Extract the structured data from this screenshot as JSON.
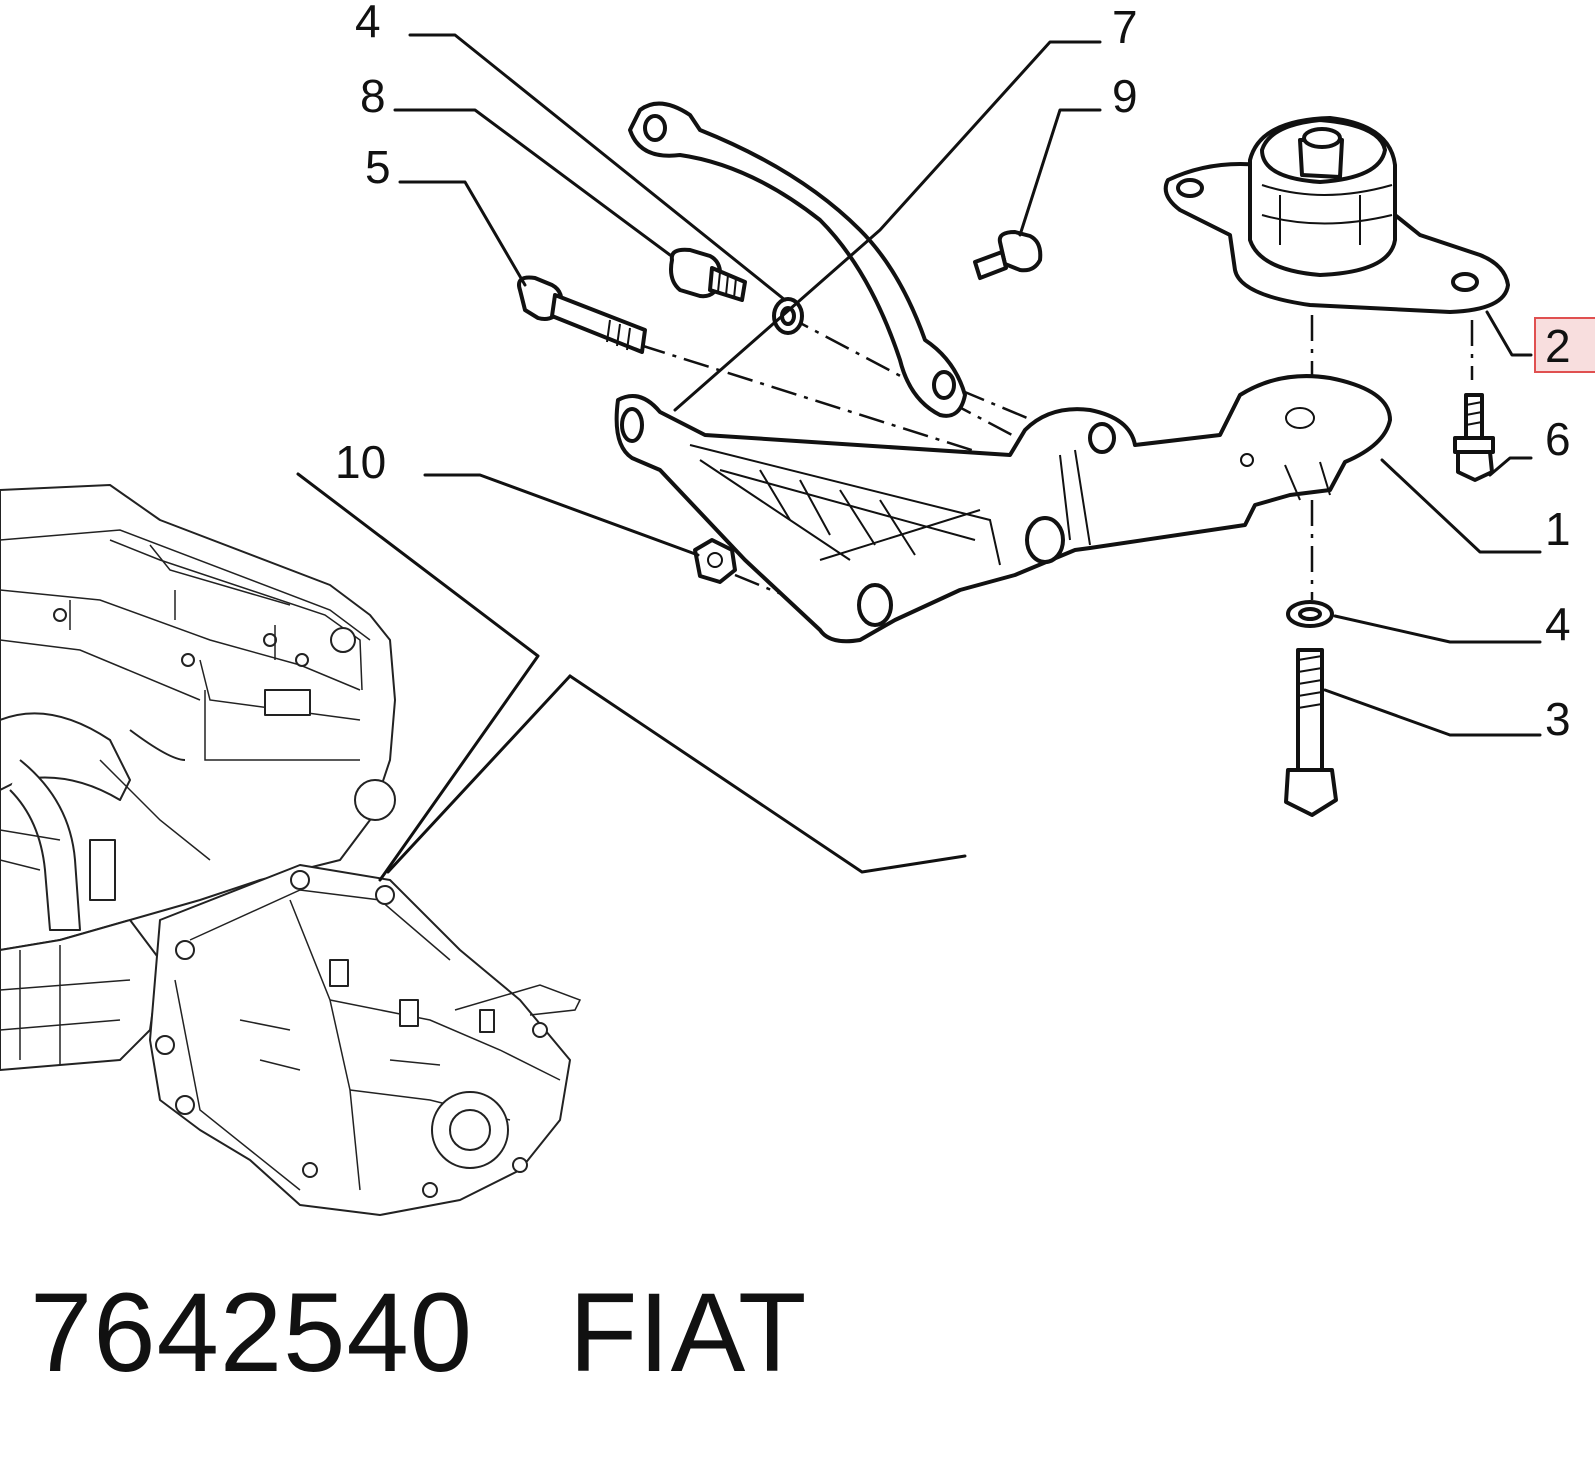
{
  "callouts": [
    {
      "id": "c4a",
      "label": "4"
    },
    {
      "id": "c7",
      "label": "7"
    },
    {
      "id": "c8",
      "label": "8"
    },
    {
      "id": "c9",
      "label": "9"
    },
    {
      "id": "c5",
      "label": "5"
    },
    {
      "id": "c2",
      "label": "2",
      "highlighted": true
    },
    {
      "id": "c6",
      "label": "6"
    },
    {
      "id": "c10",
      "label": "10"
    },
    {
      "id": "c1",
      "label": "1"
    },
    {
      "id": "c4b",
      "label": "4"
    },
    {
      "id": "c3",
      "label": "3"
    }
  ],
  "footer": {
    "part_number": "7642540",
    "brand": "FIAT"
  },
  "colors": {
    "ink": "#111111",
    "highlight_border": "#e05050",
    "highlight_fill": "#f8dede"
  }
}
